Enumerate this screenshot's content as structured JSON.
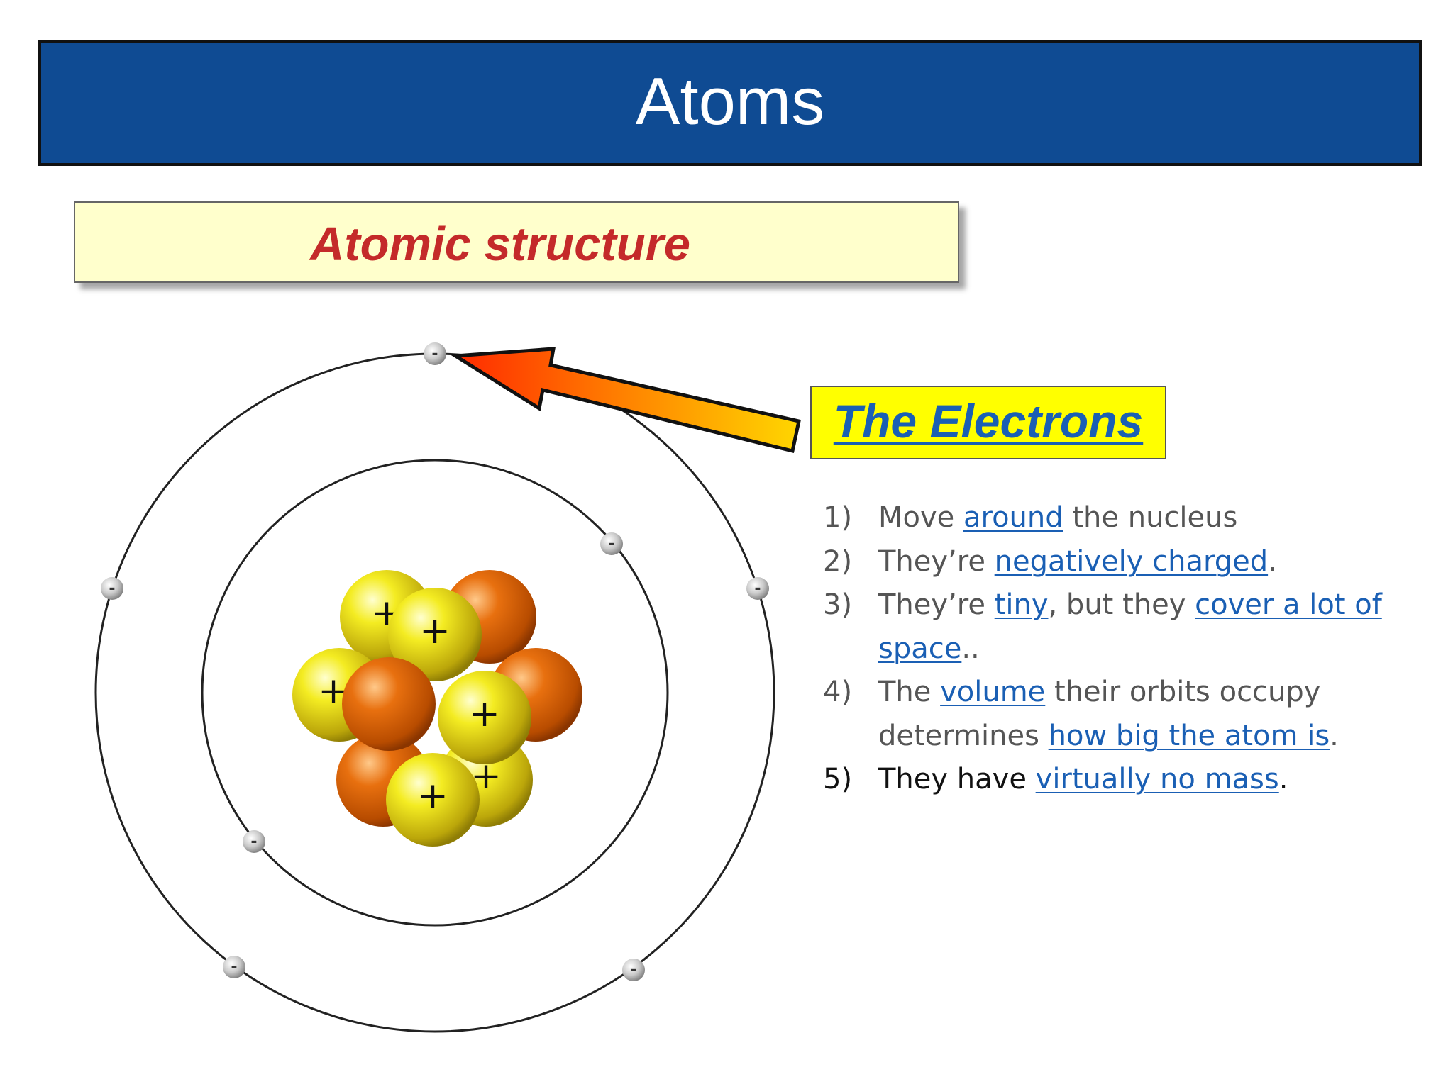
{
  "slide": {
    "title": "Atoms",
    "subtitle": "Atomic structure",
    "callout": "The Electrons"
  },
  "diagram": {
    "proton_symbol": "+",
    "electron_symbol": "-",
    "colors": {
      "proton": "#f2ea20",
      "neutron": "#e0650a",
      "arrow_start": "#ff2a00",
      "arrow_end": "#ffd000"
    }
  },
  "facts": [
    {
      "num": "1)",
      "t1": "Move ",
      "l1": "around",
      "t2": " the nucleus"
    },
    {
      "num": "2)",
      "t1": "They’re ",
      "l1": "negatively charged",
      "t2": "."
    },
    {
      "num": "3)",
      "t1": "They’re ",
      "l1": "tiny",
      "t2": ", but they ",
      "l2": "cover a lot of space",
      "t3": ".."
    },
    {
      "num": "4)",
      "t1": "The ",
      "l1": "volume",
      "t2": " their orbits occupy determines ",
      "l2": "how big the atom is",
      "t3": "."
    },
    {
      "num": "5)",
      "t1": "They have ",
      "l1": "virtually no mass",
      "t2": "."
    }
  ]
}
